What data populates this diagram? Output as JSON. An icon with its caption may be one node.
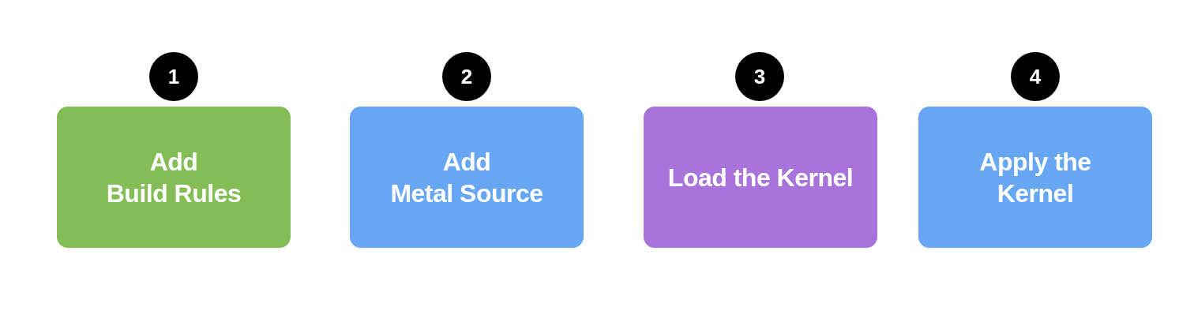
{
  "diagram": {
    "nodes": [
      {
        "text": [
          "1"
        ]
      },
      {
        "text": [
          "2"
        ]
      },
      {
        "text": [
          "3"
        ]
      },
      {
        "text": [
          "4"
        ]
      },
      {
        "text": [
          "Add Build Rules"
        ]
      },
      {
        "text": [
          "Add Metal Source"
        ]
      },
      {
        "text": [
          "Load the Kernel"
        ]
      },
      {
        "text": [
          "Apply the Kernel"
        ]
      }
    ]
  }
}
